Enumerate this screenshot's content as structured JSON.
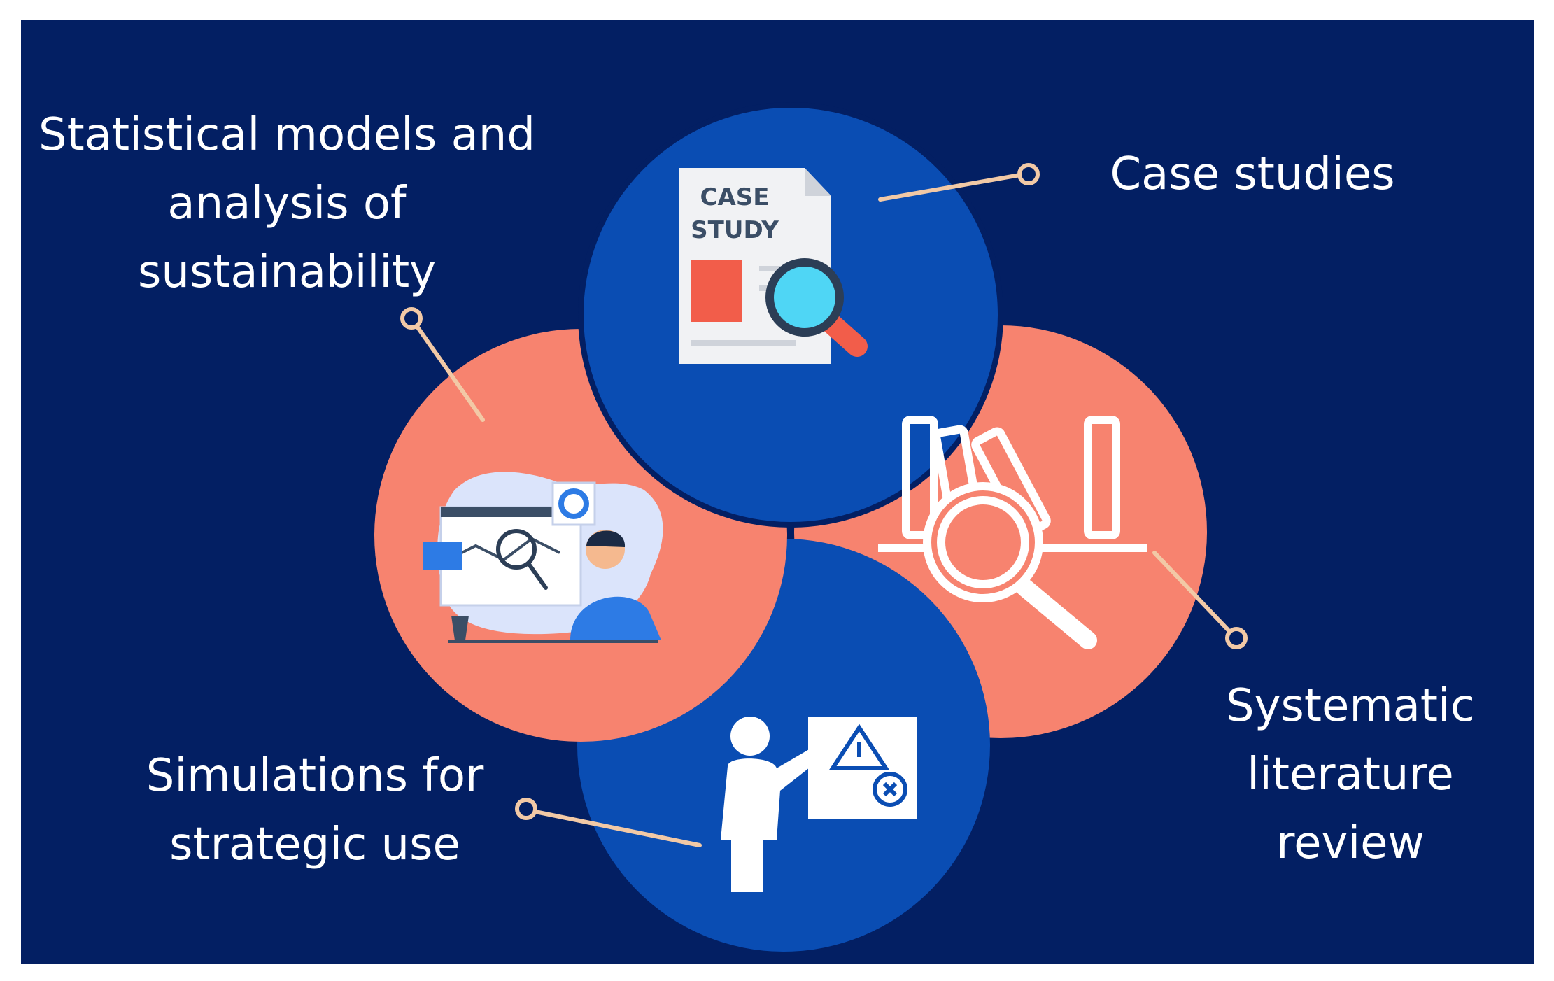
{
  "colors": {
    "background": "#031f63",
    "blue_circle": "#0a4db3",
    "coral_circle": "#f7836f",
    "connector": "#f2c9a6",
    "icon_white": "#ffffff",
    "icon_gray": "#e9ecf2",
    "icon_red": "#f25d4a",
    "icon_cyan": "#4fd6f5"
  },
  "items": [
    {
      "id": "statistical",
      "lines": [
        "Statistical models and",
        "analysis of",
        "sustainability"
      ],
      "icon": "data-analysis-icon",
      "circle_color": "coral"
    },
    {
      "id": "case",
      "lines": [
        "Case studies"
      ],
      "icon": "case-study-document-icon",
      "icon_text": [
        "CASE",
        "STUDY"
      ],
      "circle_color": "blue"
    },
    {
      "id": "simulations",
      "lines": [
        "Simulations for",
        "strategic use"
      ],
      "icon": "presenter-warning-board-icon",
      "circle_color": "blue"
    },
    {
      "id": "systematic",
      "lines": [
        "Systematic",
        "literature",
        "review"
      ],
      "icon": "books-magnifier-icon",
      "circle_color": "coral"
    }
  ]
}
